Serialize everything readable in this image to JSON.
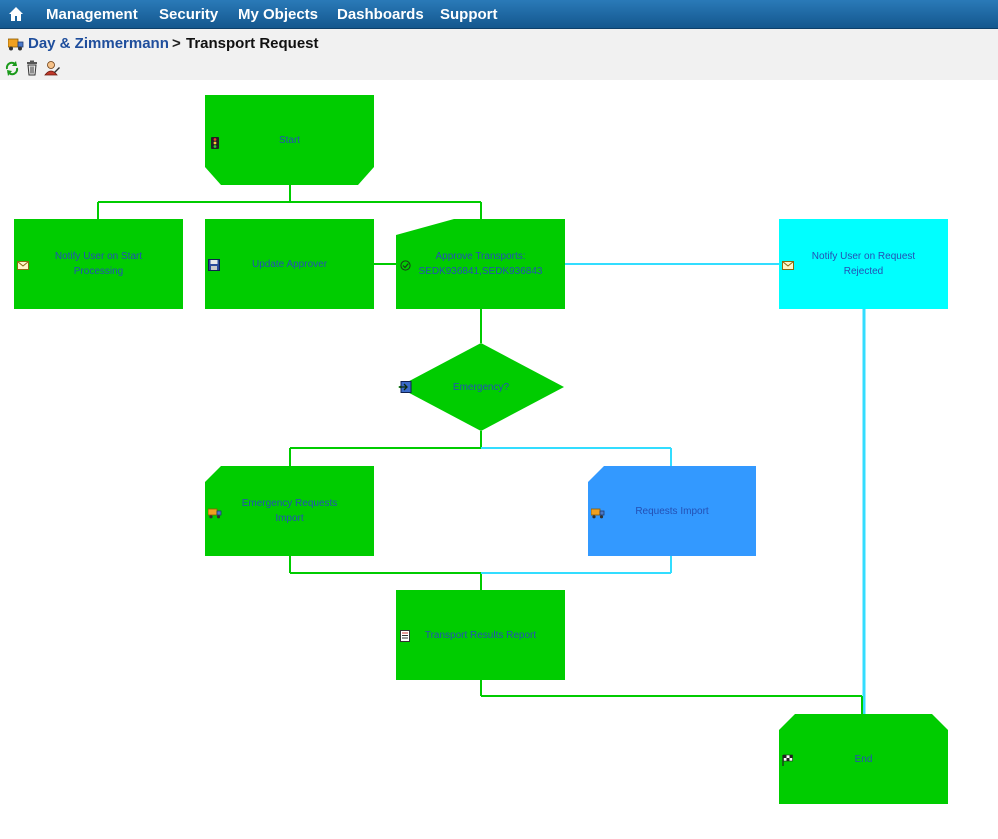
{
  "navbar": {
    "home_icon": "home-icon",
    "items": [
      "Management",
      "Security",
      "My Objects",
      "Dashboards",
      "Support"
    ]
  },
  "breadcrumb": {
    "icon": "truck-icon",
    "parent": "Day & Zimmermann",
    "separator": ">",
    "current": "Transport Request"
  },
  "toolbar": {
    "icons": [
      "refresh-icon",
      "trash-icon",
      "user-edit-icon"
    ]
  },
  "colors": {
    "nav_bg": "#1d6aa8",
    "node_green": "#00cc00",
    "node_cyan": "#00ffff",
    "node_blue": "#3399ff",
    "edge_green": "#00cc00",
    "edge_cyan": "#33ddff",
    "label_text": "#2450b4"
  },
  "workflow": {
    "nodes": {
      "start": {
        "label": "Start",
        "icon": "traffic-light-icon"
      },
      "notify_start": {
        "label": "Notify User on Start Processing",
        "icon": "envelope-icon"
      },
      "update_approver": {
        "label": "Update Approver",
        "icon": "save-icon"
      },
      "approve": {
        "label": "Approve Transports: SEDK936841,SEDK936843",
        "icon": "check-circle-icon"
      },
      "notify_rejected": {
        "label": "Notify User on Request Rejected",
        "icon": "envelope-icon"
      },
      "emergency": {
        "label": "Emergency?",
        "icon": "decision-icon"
      },
      "emergency_import": {
        "label": "Emergency Requests Import",
        "icon": "truck-icon"
      },
      "requests_import": {
        "label": "Requests Import",
        "icon": "truck-icon"
      },
      "results_report": {
        "label": "Transport Results Report",
        "icon": "report-icon"
      },
      "end": {
        "label": "End",
        "icon": "checkered-flag-icon"
      }
    }
  }
}
